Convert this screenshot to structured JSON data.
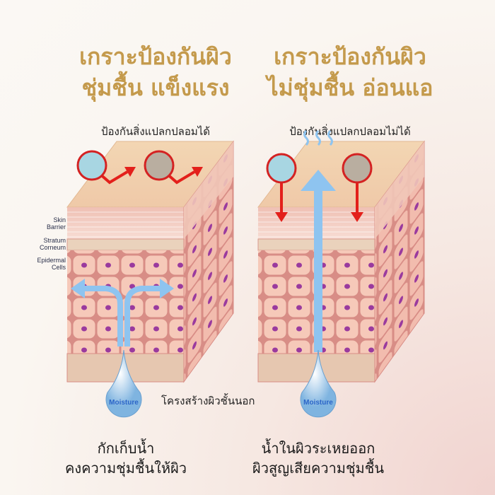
{
  "left_panel": {
    "title_line1": "เกราะป้องกันผิว",
    "title_line2": "ชุ่มชื้น แข็งแรง",
    "subtitle": "ป้องกันสิ่งแปลกปลอมได้",
    "moisture_label": "Moisture",
    "caption_line1": "กักเก็บน้ำ",
    "caption_line2": "คงความชุ่มชื้นให้ผิว"
  },
  "right_panel": {
    "title_line1": "เกราะป้องกันผิว",
    "title_line2": "ไม่ชุ่มชื้น อ่อนแอ",
    "subtitle": "ป้องกันสิ่งแปลกปลอมไม่ได้",
    "moisture_label": "Moisture",
    "caption_line1": "น้ำในผิวระเหยออก",
    "caption_line2": "ผิวสูญเสียความชุ่มชื้น"
  },
  "layer_labels": {
    "skin_barrier": "Skin Barrier",
    "stratum_corneum": "Stratum Corneum",
    "epidermal_cells": "Epidermal Cells"
  },
  "structure_label": "โครงสร้างผิวชั้นนอก",
  "colors": {
    "title_gold": "#c49a4c",
    "arrow_red": "#e3201b",
    "moisture_blue": "#8ec4f0"
  }
}
